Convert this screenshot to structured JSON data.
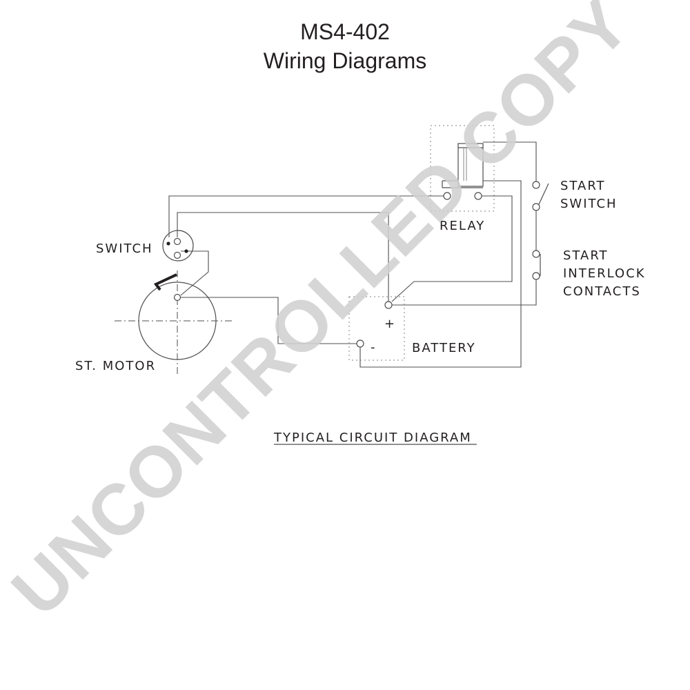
{
  "header": {
    "model": "MS4-402",
    "subtitle": "Wiring Diagrams"
  },
  "labels": {
    "relay": "RELAY",
    "start_switch_line1": "START",
    "start_switch_line2": "SWITCH",
    "interlock_line1": "START",
    "interlock_line2": "INTERLOCK",
    "interlock_line3": "CONTACTS",
    "switch": "SWITCH",
    "battery": "BATTERY",
    "battery_plus": "+",
    "battery_minus": "-",
    "motor": "ST. MOTOR",
    "caption": "TYPICAL CIRCUIT DIAGRAM"
  },
  "watermark": {
    "text": "UNCONTROLLED COPY",
    "color": "#cccccc"
  },
  "colors": {
    "ink": "#231f20",
    "line": "#4d4d4d",
    "dotted": "#808080"
  }
}
